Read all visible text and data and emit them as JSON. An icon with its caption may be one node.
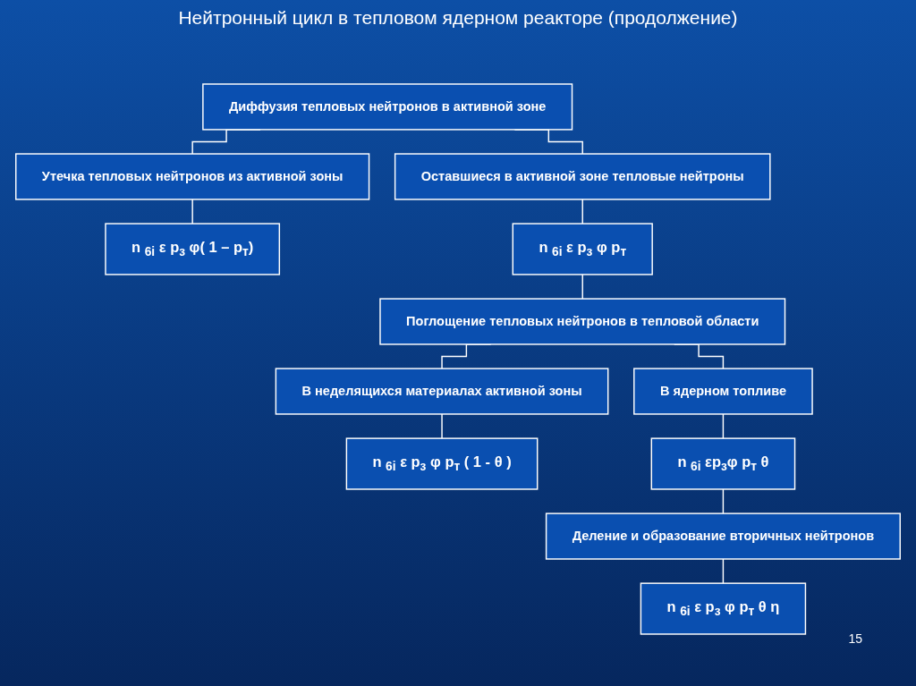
{
  "diagram": {
    "title": "Нейтронный цикл в тепловом ядерном реакторе (продолжение)",
    "nodes": [
      {
        "text": [
          "Диффузия тепловых нейтронов в активной зоне"
        ]
      },
      {
        "text": [
          "Утечка тепловых нейтронов из активной зоны"
        ]
      },
      {
        "text": [
          "n $_{6i}$ ε p$_{з}$ φ( 1 – p$_{т}$)"
        ]
      },
      {
        "text": [
          "Оставшиеся в активной зоне тепловые нейтроны"
        ]
      },
      {
        "text": [
          "n $_{6i}$ ε p$_{з}$ φ p$_{т}$"
        ]
      },
      {
        "text": [
          "Поглощение тепловых нейтронов в тепловой области"
        ]
      },
      {
        "text": [
          "В неделящихся материалах активной зоны"
        ]
      },
      {
        "text": [
          "В ядерном топливе"
        ]
      },
      {
        "text": [
          "n $_{6i}$ ε p$_{з}$ φ p$_{т}$ ( 1 - θ )"
        ]
      },
      {
        "text": [
          "n $_{6i}$ εp$_{з}$φ p$_{т}$ θ"
        ]
      },
      {
        "text": [
          "Деление и образование вторичных нейтронов"
        ]
      },
      {
        "text": [
          "n $_{6i}$ ε p$_{з}$ φ p$_{т}$ θ η"
        ]
      }
    ],
    "edges": [
      {
        "from": 0,
        "to": 1,
        "arrow": "none"
      },
      {
        "from": 0,
        "to": 3,
        "arrow": "none"
      },
      {
        "from": 1,
        "to": 2,
        "arrow": "none"
      },
      {
        "from": 3,
        "to": 4,
        "arrow": "none"
      },
      {
        "from": 4,
        "to": 5,
        "arrow": "none"
      },
      {
        "from": 5,
        "to": 6,
        "arrow": "none"
      },
      {
        "from": 5,
        "to": 7,
        "arrow": "none"
      },
      {
        "from": 6,
        "to": 8,
        "arrow": "none"
      },
      {
        "from": 7,
        "to": 9,
        "arrow": "none"
      },
      {
        "from": 9,
        "to": 10,
        "arrow": "none"
      },
      {
        "from": 10,
        "to": 11,
        "arrow": "none"
      }
    ],
    "labels": [
      "15"
    ]
  }
}
